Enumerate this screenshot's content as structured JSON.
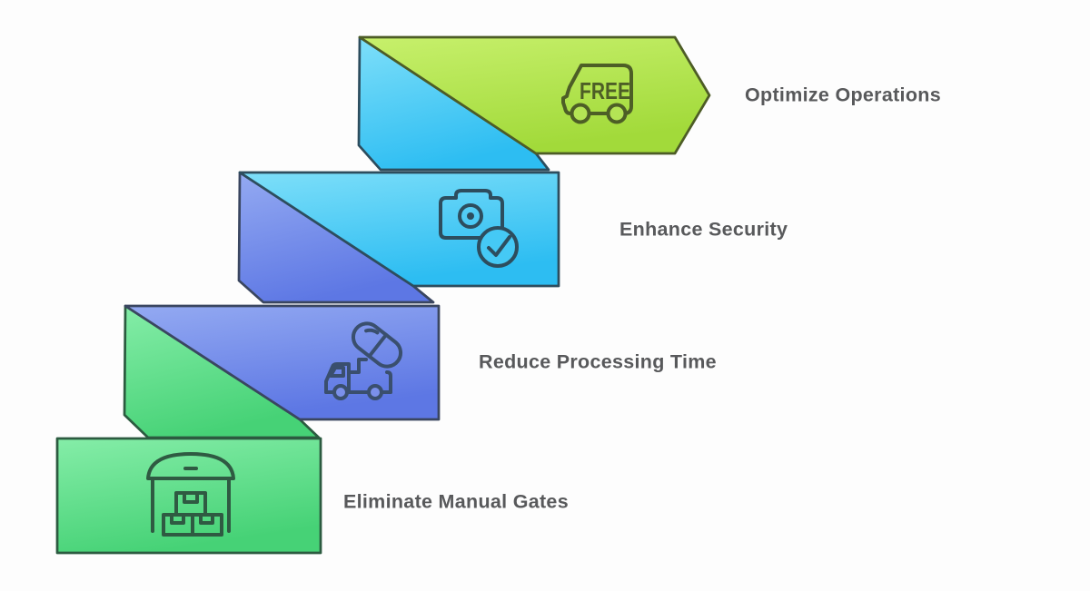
{
  "background": "#fdfdfd",
  "text_color": "#58595b",
  "steps": [
    {
      "label": "Optimize Operations",
      "icon": "free-delivery-truck-icon",
      "badge": "FREE",
      "fill_from": "#c7f06c",
      "fill_to": "#a2da3a",
      "fill_mid": "#b4e455",
      "stroke": "#4d5c26",
      "icon_stroke": "#4d5e26"
    },
    {
      "label": "Enhance Security",
      "icon": "camera-check-icon",
      "fill_from": "#7edff9",
      "fill_to": "#2dbdf2",
      "fill_mid": "#45c9f5",
      "stroke": "#2d4d5e",
      "icon_stroke": "#2d4d5e"
    },
    {
      "label": "Reduce Processing Time",
      "icon": "truck-capsule-icon",
      "fill_from": "#94aaf2",
      "fill_to": "#5d77e4",
      "fill_mid": "#7b90ea",
      "stroke": "#3a4660",
      "icon_stroke": "#3a4f6e"
    },
    {
      "label": "Eliminate Manual Gates",
      "icon": "warehouse-boxes-icon",
      "fill_from": "#85eda8",
      "fill_to": "#46d276",
      "fill_mid": "#5fe08c",
      "stroke": "#2c5b40",
      "icon_stroke": "#2f5a42"
    }
  ]
}
